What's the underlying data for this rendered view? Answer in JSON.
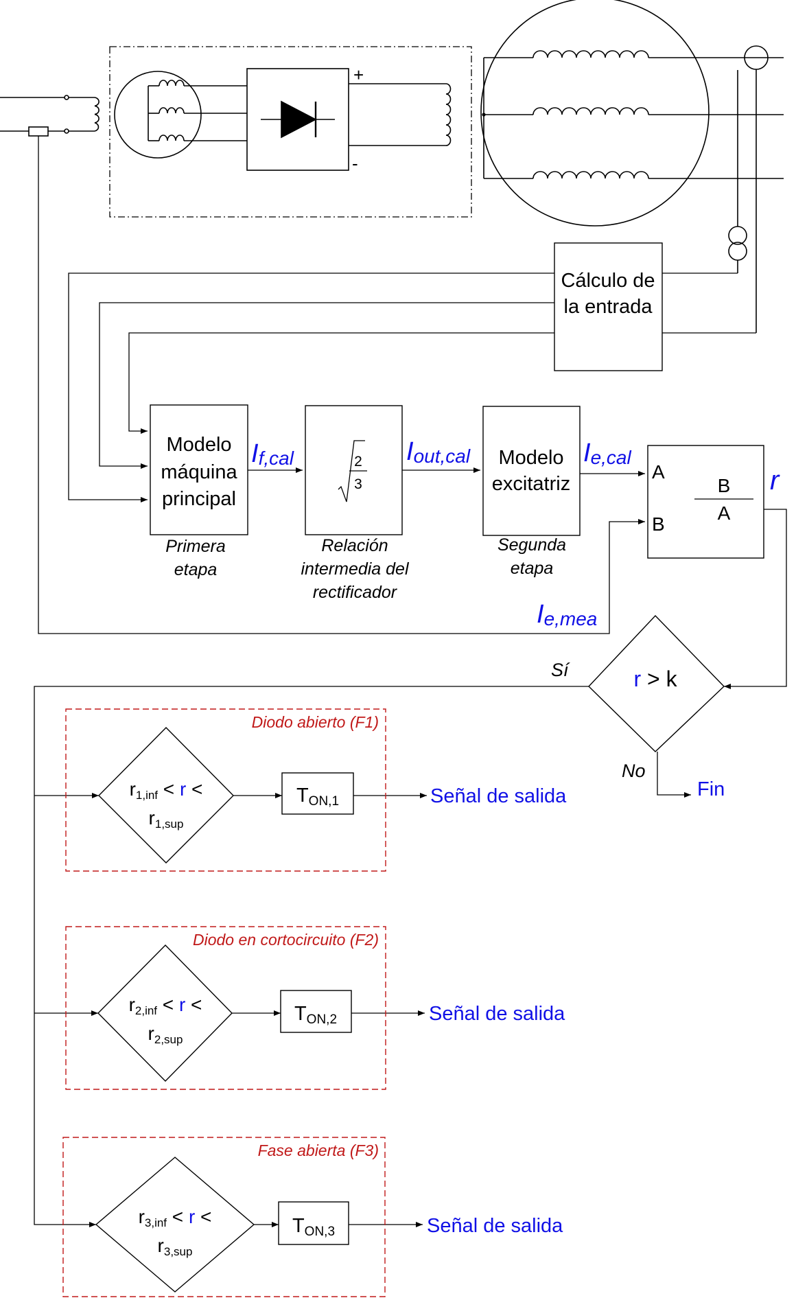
{
  "colors": {
    "signal": "#1010e6",
    "fault": "#c01818",
    "line": "#000000"
  },
  "plus_sign": "+",
  "minus_sign": "-",
  "blocks": {
    "input_calc": {
      "line1": "Cálculo de",
      "line2": "la entrada"
    },
    "main_model": {
      "line1": "Modelo",
      "line2": "máquina",
      "line3": "principal"
    },
    "rectifier": {
      "numerator": "2",
      "denominator": "3"
    },
    "exciter": {
      "line1": "Modelo",
      "line2": "excitatriz"
    },
    "ratio": {
      "port_a": "A",
      "port_b": "B",
      "numerator": "B",
      "denominator": "A"
    }
  },
  "captions": {
    "stage1": {
      "line1": "Primera",
      "line2": "etapa"
    },
    "rectifier": {
      "line1": "Relación",
      "line2": "intermedia del",
      "line3": "rectificador"
    },
    "stage2": {
      "line1": "Segunda",
      "line2": "etapa"
    }
  },
  "signals": {
    "if_cal": {
      "main": "I",
      "sub": "f,cal"
    },
    "iout_cal": {
      "main": "I",
      "sub": "out,cal"
    },
    "ie_cal": {
      "main": "I",
      "sub": "e,cal"
    },
    "ie_mea": {
      "main": "I",
      "sub": "e,mea"
    },
    "r": "r"
  },
  "decision": {
    "r": "r",
    "rest": " > k",
    "yes": "Sí",
    "no": "No",
    "end": "Fin"
  },
  "faults": [
    {
      "title": "Diodo abierto (F1)",
      "lo": "r",
      "lo_sub": "1,inf",
      "lt1": " < ",
      "mid": "r",
      "lt2": " <",
      "hi": "r",
      "hi_sub": "1,sup",
      "timer": "T",
      "timer_sub": "ON,1",
      "output": "Señal de salida"
    },
    {
      "title": "Diodo en cortocircuito (F2)",
      "lo": "r",
      "lo_sub": "2,inf",
      "lt1": " < ",
      "mid": "r",
      "lt2": " <",
      "hi": "r",
      "hi_sub": "2,sup",
      "timer": "T",
      "timer_sub": "ON,2",
      "output": "Señal de salida"
    },
    {
      "title": "Fase abierta (F3)",
      "lo": "r",
      "lo_sub": "3,inf",
      "lt1": " < ",
      "mid": "r",
      "lt2": " <",
      "hi": "r",
      "hi_sub": "3,sup",
      "timer": "T",
      "timer_sub": "ON,3",
      "output": "Señal de salida"
    }
  ]
}
